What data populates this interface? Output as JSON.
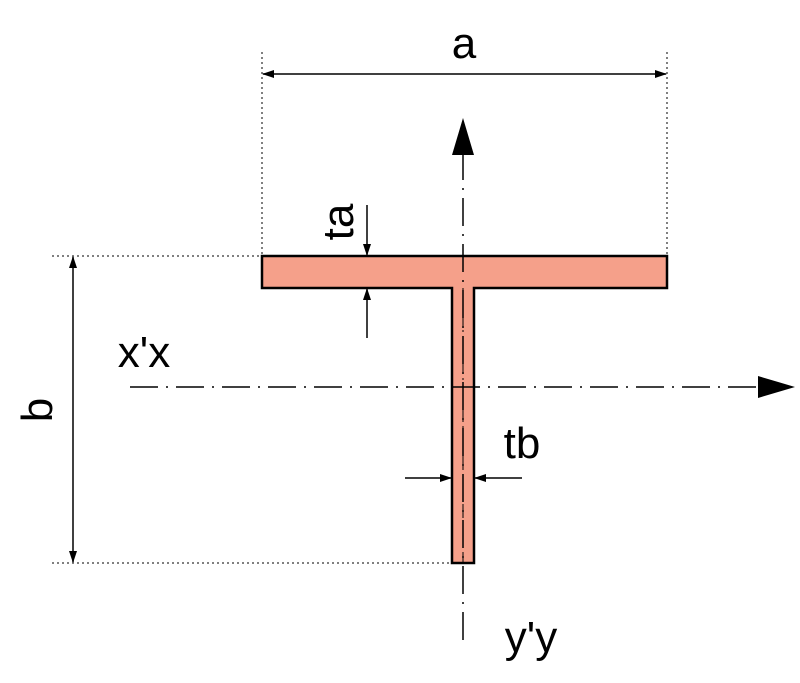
{
  "labels": {
    "flange_width": "a",
    "overall_height": "b",
    "flange_thickness": "ta",
    "web_thickness": "tb",
    "x_axis": "x'x",
    "y_axis": "y'y"
  },
  "colors": {
    "section_fill": "#F5A08A",
    "line": "#000000",
    "background": "#FFFFFF"
  }
}
